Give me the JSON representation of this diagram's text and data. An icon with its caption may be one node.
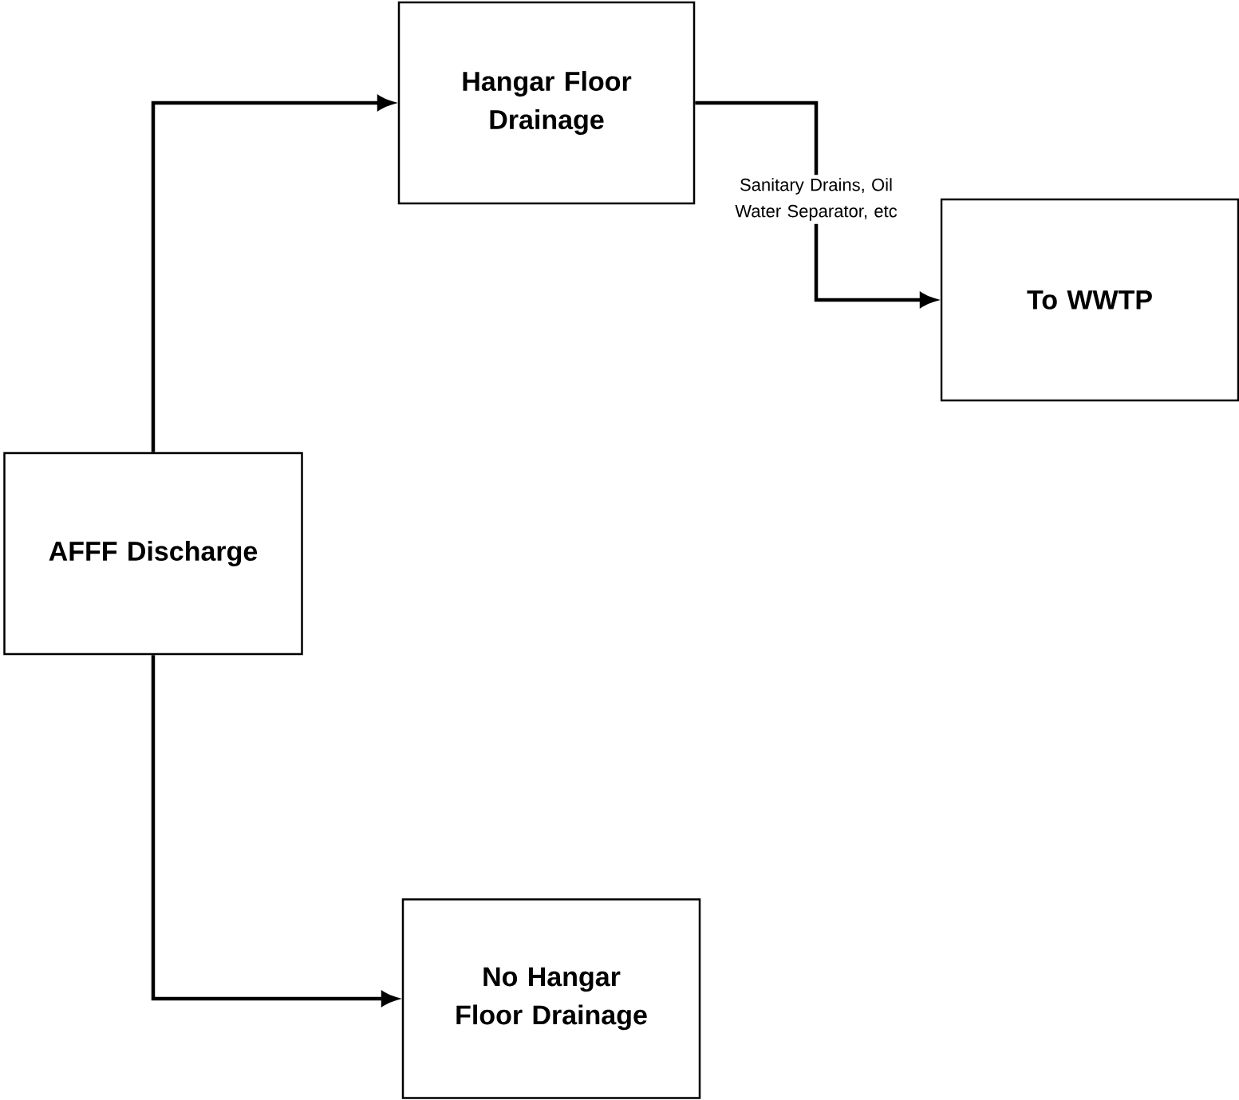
{
  "diagram": {
    "nodes": [
      {
        "text": [
          "Hangar Floor Drainage"
        ]
      },
      {
        "text": [
          "To WWTP"
        ]
      },
      {
        "text": [
          "AFFF Discharge"
        ]
      },
      {
        "text": [
          "No Hangar Floor Drainage"
        ]
      }
    ],
    "edges": [
      {
        "from": 2,
        "to": 0,
        "arrow": "to"
      },
      {
        "from": 0,
        "to": 1,
        "arrow": "to",
        "label": "Sanitary Drains, Oil Water Separator, etc"
      },
      {
        "from": 2,
        "to": 3,
        "arrow": "to"
      }
    ]
  }
}
